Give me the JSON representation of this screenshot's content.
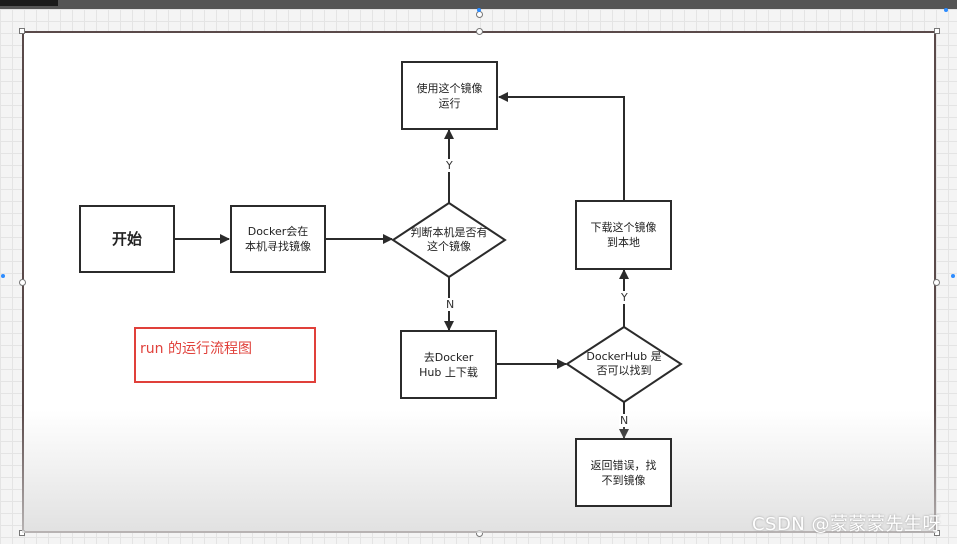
{
  "flowchart": {
    "start": "开始",
    "docker_search": "Docker会在\n本机寻找镜像",
    "local_check": "判断本机是否有\n这个镜像",
    "run_image": "使用这个镜像\n运行",
    "download_hub": "去Docker\nHub 上下载",
    "hub_check": "DockerHub 是\n否可以找到",
    "download_local": "下载这个镜像\n到本地",
    "error": "返回错误，找\n不到镜像",
    "label_yes_1": "Y",
    "label_no_1": "N",
    "label_yes_2": "Y",
    "label_no_2": "N"
  },
  "note": "run 的运行流程图",
  "watermark": "CSDN @蒙蒙蒙先生呀",
  "colors": {
    "note_border": "#e0403a",
    "selection_handle": "#2d8cff",
    "line": "#2b2b2b"
  }
}
